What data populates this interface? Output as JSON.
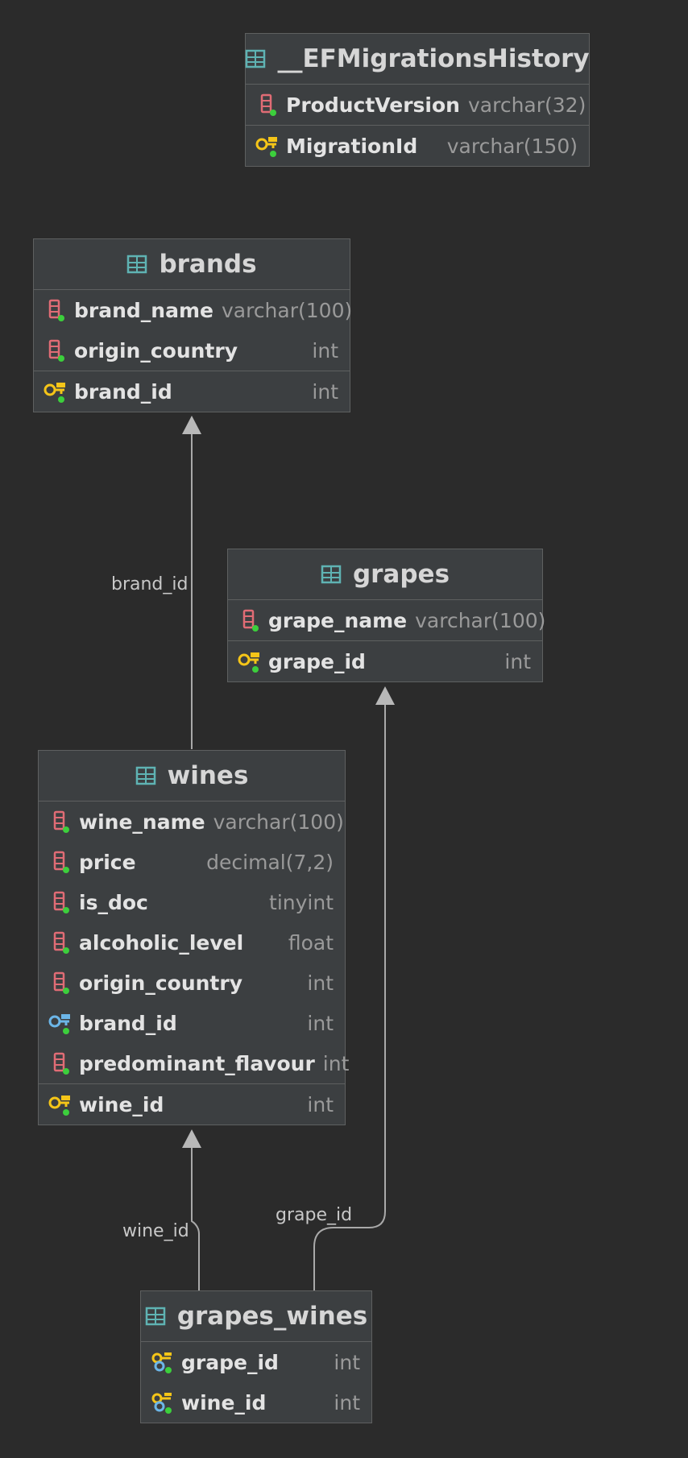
{
  "tables": {
    "ef": {
      "name": "__EFMigrationsHistory",
      "columns": [
        {
          "name": "ProductVersion",
          "type": "varchar(32)",
          "icon": "column-icon"
        }
      ],
      "keys": [
        {
          "name": "MigrationId",
          "type": "varchar(150)",
          "icon": "primary-key-icon"
        }
      ]
    },
    "brands": {
      "name": "brands",
      "columns": [
        {
          "name": "brand_name",
          "type": "varchar(100)",
          "icon": "column-icon"
        },
        {
          "name": "origin_country",
          "type": "int",
          "icon": "column-icon"
        }
      ],
      "keys": [
        {
          "name": "brand_id",
          "type": "int",
          "icon": "primary-key-icon"
        }
      ]
    },
    "grapes": {
      "name": "grapes",
      "columns": [
        {
          "name": "grape_name",
          "type": "varchar(100)",
          "icon": "column-icon"
        }
      ],
      "keys": [
        {
          "name": "grape_id",
          "type": "int",
          "icon": "primary-key-icon"
        }
      ]
    },
    "wines": {
      "name": "wines",
      "columns": [
        {
          "name": "wine_name",
          "type": "varchar(100)",
          "icon": "column-icon"
        },
        {
          "name": "price",
          "type": "decimal(7,2)",
          "icon": "column-icon"
        },
        {
          "name": "is_doc",
          "type": "tinyint",
          "icon": "column-icon"
        },
        {
          "name": "alcoholic_level",
          "type": "float",
          "icon": "column-icon"
        },
        {
          "name": "origin_country",
          "type": "int",
          "icon": "column-icon"
        },
        {
          "name": "brand_id",
          "type": "int",
          "icon": "foreign-key-icon"
        },
        {
          "name": "predominant_flavour",
          "type": "int",
          "icon": "column-icon"
        }
      ],
      "keys": [
        {
          "name": "wine_id",
          "type": "int",
          "icon": "primary-key-icon"
        }
      ]
    },
    "grapes_wines": {
      "name": "grapes_wines",
      "columns": [],
      "keys": [
        {
          "name": "grape_id",
          "type": "int",
          "icon": "primary-foreign-key-icon"
        },
        {
          "name": "wine_id",
          "type": "int",
          "icon": "primary-foreign-key-icon"
        }
      ]
    }
  },
  "relations": [
    {
      "label": "brand_id",
      "from": "wines",
      "to": "brands"
    },
    {
      "label": "grape_id",
      "from": "grapes_wines",
      "to": "grapes"
    },
    {
      "label": "wine_id",
      "from": "grapes_wines",
      "to": "wines"
    }
  ],
  "colors": {
    "background": "#2b2b2b",
    "table_fill": "#3c3f41",
    "border": "#5e6060",
    "column_icon": "#e06c75",
    "primary_key_icon": "#f5c518",
    "foreign_key_icon": "#6cb6e8",
    "table_icon": "#5fb3b3",
    "not_null_dot": "#3ccf3c"
  }
}
